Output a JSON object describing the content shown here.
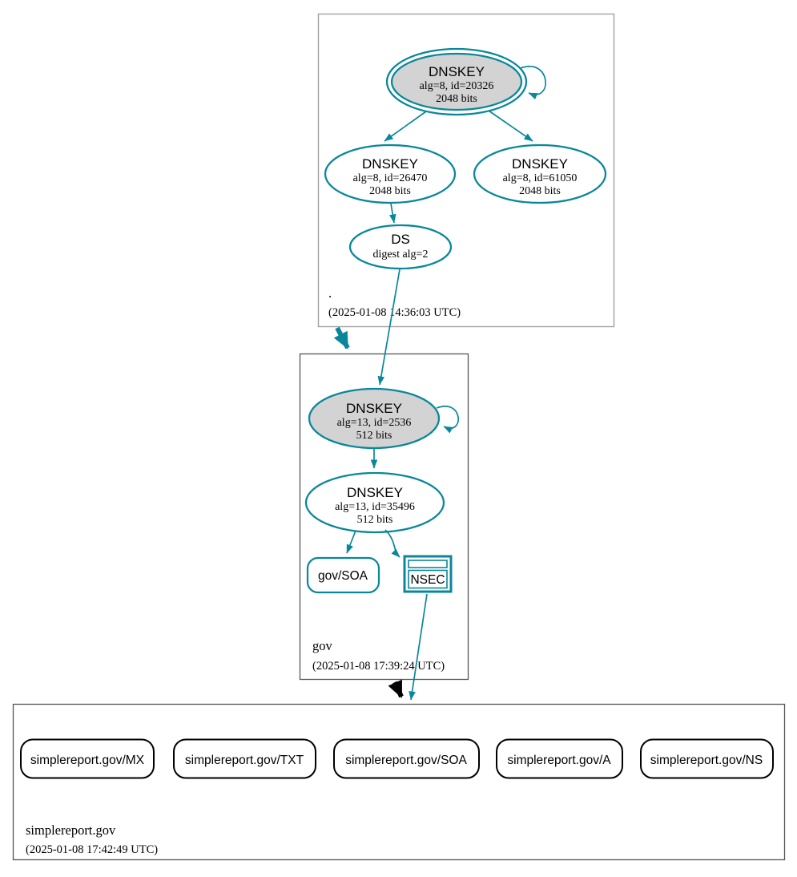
{
  "diagram": {
    "kind": "dnssec-authentication-chain-graph"
  },
  "colors": {
    "secure": "#0a879a",
    "insecure": "#000000",
    "key_fill": "#d3d3d3",
    "node_fill": "#ffffff",
    "zone_border_root": "#a0a0a0",
    "zone_border": "#555555"
  },
  "zones": {
    "root": {
      "label": ".",
      "timestamp": "(2025-01-08 14:36:03 UTC)",
      "ksk": {
        "title": "DNSKEY",
        "detail1": "alg=8, id=20326",
        "detail2": "2048 bits"
      },
      "zsk1": {
        "title": "DNSKEY",
        "detail1": "alg=8, id=26470",
        "detail2": "2048 bits"
      },
      "zsk2": {
        "title": "DNSKEY",
        "detail1": "alg=8, id=61050",
        "detail2": "2048 bits"
      },
      "ds": {
        "title": "DS",
        "detail1": "digest alg=2"
      }
    },
    "gov": {
      "label": "gov",
      "timestamp": "(2025-01-08 17:39:24 UTC)",
      "ksk": {
        "title": "DNSKEY",
        "detail1": "alg=13, id=2536",
        "detail2": "512 bits"
      },
      "zsk": {
        "title": "DNSKEY",
        "detail1": "alg=13, id=35496",
        "detail2": "512 bits"
      },
      "soa": {
        "label": "gov/SOA"
      },
      "nsec": {
        "label": "NSEC"
      }
    },
    "simplereport": {
      "label": "simplereport.gov",
      "timestamp": "(2025-01-08 17:42:49 UTC)",
      "rrsets": [
        {
          "label": "simplereport.gov/MX"
        },
        {
          "label": "simplereport.gov/TXT"
        },
        {
          "label": "simplereport.gov/SOA"
        },
        {
          "label": "simplereport.gov/A"
        },
        {
          "label": "simplereport.gov/NS"
        }
      ]
    }
  }
}
